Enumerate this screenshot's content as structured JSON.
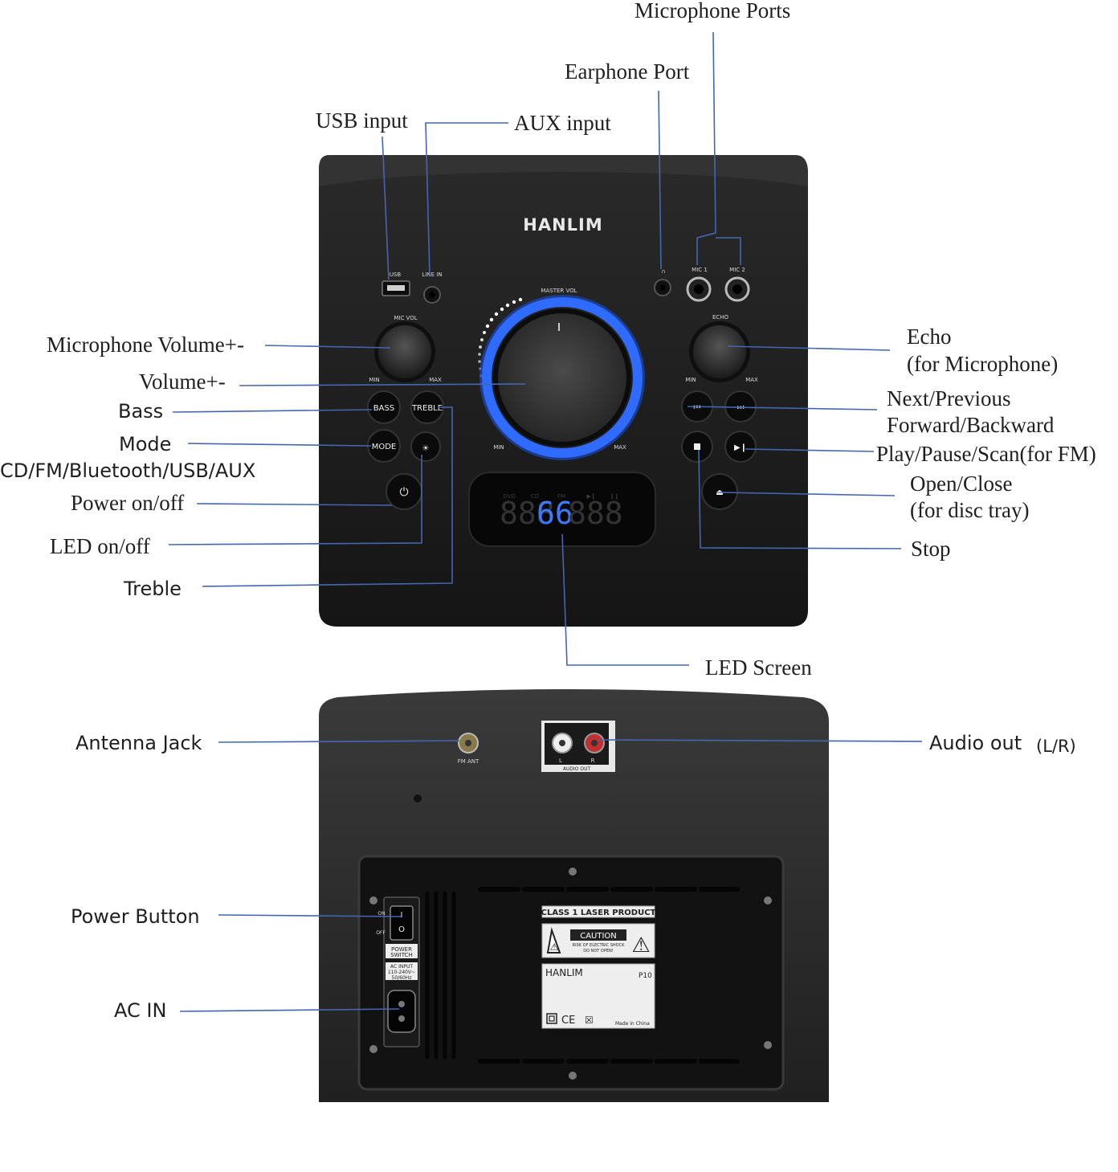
{
  "labels": {
    "microphone_ports": "Microphone Ports",
    "earphone_port": "Earphone Port",
    "usb_input": "USB input",
    "aux_input": "AUX input",
    "microphone_volume": "Microphone Volume+-",
    "volume": "Volume+-",
    "bass": "Bass",
    "mode": "Mode",
    "mode_sources": "CD/FM/Bluetooth/USB/AUX",
    "power_on_off": "Power on/off",
    "led_on_off": "LED on/off",
    "treble": "Treble",
    "echo_line1": "Echo",
    "echo_line2": "(for Microphone)",
    "next_prev_line1": "Next/Previous",
    "next_prev_line2": "Forward/Backward",
    "play_pause": "Play/Pause/Scan(for FM)",
    "open_close_line1": "Open/Close",
    "open_close_line2": "(for disc tray)",
    "stop": "Stop",
    "led_screen": "LED Screen",
    "antenna_jack": "Antenna Jack",
    "audio_out": "Audio out",
    "audio_out_suffix": "(L/R)",
    "power_button": "Power Button",
    "ac_in": "AC IN"
  },
  "panel_text": {
    "brand": "HANLIM",
    "usb": "USB",
    "line_in": "LINE IN",
    "mic1": "MIC 1",
    "mic2": "MIC 2",
    "mic_vol": "MIC VOL",
    "master_vol": "MASTER VOL",
    "echo": "ECHO",
    "min": "MIN",
    "max": "MAX",
    "bass_btn": "BASS",
    "treble_btn": "TREBLE",
    "mode_btn": "MODE",
    "dvd": "DVD",
    "cd": "CD",
    "fm": "FM",
    "fm_ant": "FM ANT",
    "audio_out_label": "AUDIO OUT",
    "left": "L",
    "right": "R"
  },
  "rear_text": {
    "on": "ON",
    "off": "OFF",
    "power_switch_1": "POWER",
    "power_switch_2": "SWITCH",
    "ac_input_1": "AC INPUT",
    "ac_input_2": "110-240V~",
    "ac_input_3": "50/60Hz",
    "class1": "CLASS 1 LASER PRODUCT",
    "caution": "CAUTION",
    "caution_sub1": "RISK OF ELECTRIC SHOCK",
    "caution_sub2": "DO NOT OPEN!",
    "brand": "HANLIM",
    "model": "P10",
    "ce": "CE",
    "made_in": "Made in China"
  },
  "colors": {
    "leader": "#4466b0",
    "device_body": "#1c1c1c",
    "ring_glow": "#2f6bff",
    "led_active": "#3a7bff",
    "led_inactive": "#3a3a3a",
    "rca_red": "#c03030"
  }
}
